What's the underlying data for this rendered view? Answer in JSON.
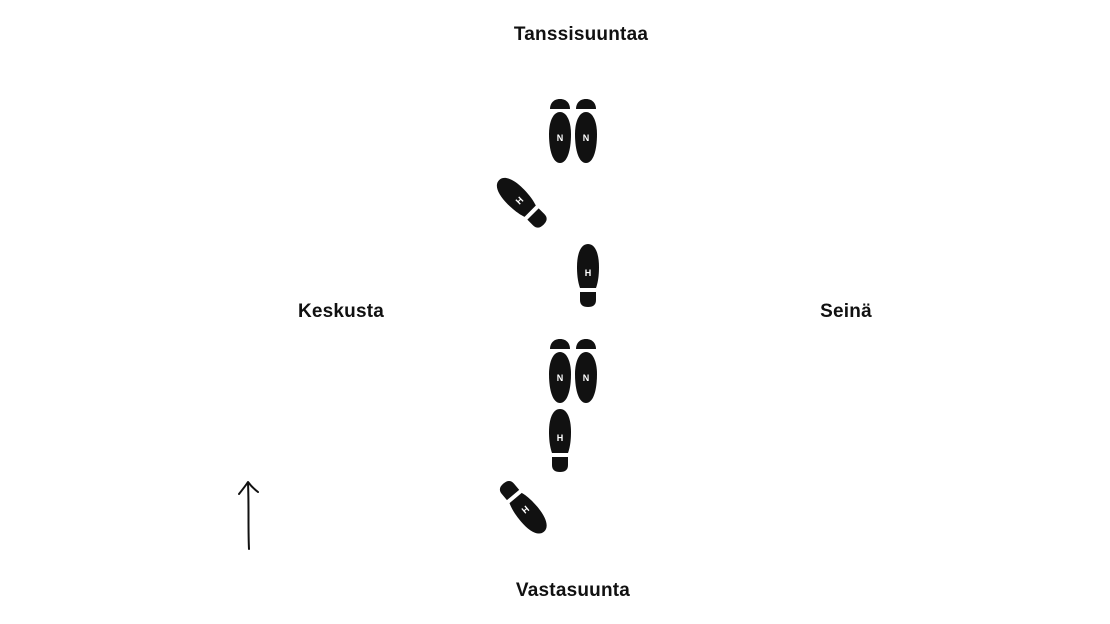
{
  "labels": {
    "top": "Tanssisuuntaa",
    "bottom": "Vastasuunta",
    "left": "Keskusta",
    "right": "Seinä"
  },
  "footprints": [
    {
      "id": "n1-left",
      "letter": "N",
      "kind": "shoe",
      "rotation": 0
    },
    {
      "id": "n1-right",
      "letter": "N",
      "kind": "shoe",
      "rotation": 0
    },
    {
      "id": "h-diag-top",
      "letter": "H",
      "kind": "shoe",
      "rotation": -45
    },
    {
      "id": "h-mid-right",
      "letter": "H",
      "kind": "shoe",
      "rotation": 0
    },
    {
      "id": "n2-left",
      "letter": "N",
      "kind": "shoe",
      "rotation": 0
    },
    {
      "id": "n2-right",
      "letter": "N",
      "kind": "shoe",
      "rotation": 0
    },
    {
      "id": "h-mid-left",
      "letter": "H",
      "kind": "shoe",
      "rotation": 0
    },
    {
      "id": "h-diag-bottom",
      "letter": "H",
      "kind": "shoe",
      "rotation": 140
    }
  ],
  "arrow": {
    "icon": "up-arrow-icon"
  },
  "colors": {
    "ink": "#111111",
    "background": "#ffffff"
  }
}
